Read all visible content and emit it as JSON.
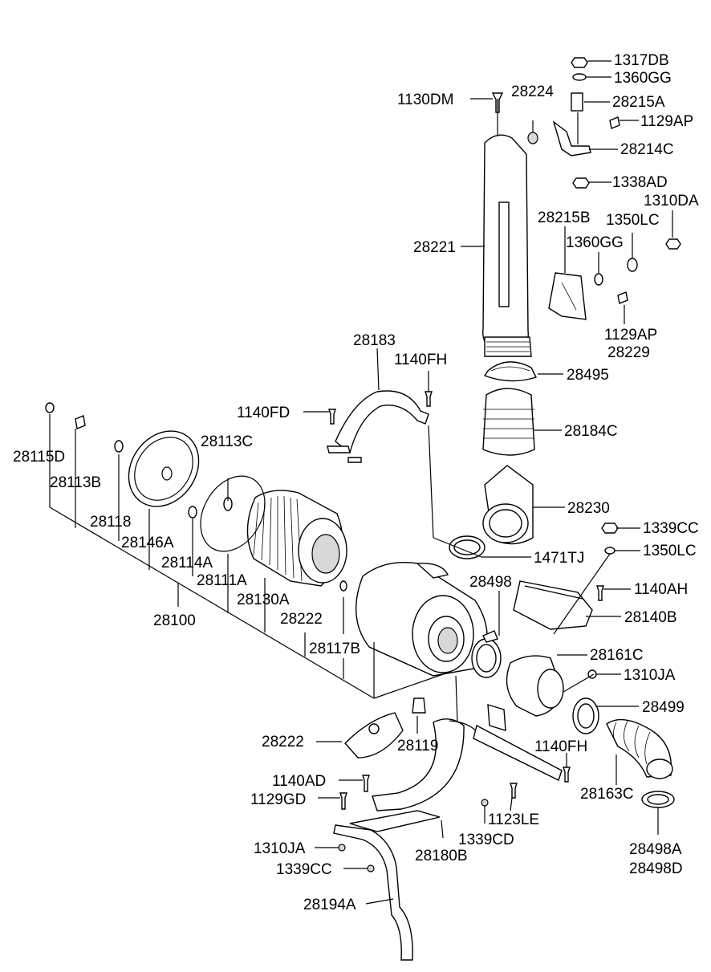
{
  "labels": {
    "p1317DB": "1317DB",
    "p1360GG_top": "1360GG",
    "p1130DM": "1130DM",
    "p28224": "28224",
    "p28215A": "28215A",
    "p1129AP_top": "1129AP",
    "p28214C": "28214C",
    "p1338AD": "1338AD",
    "p1310DA": "1310DA",
    "p28215B": "28215B",
    "p1350LC_top": "1350LC",
    "p28221": "28221",
    "p1360GG_mid": "1360GG",
    "p1129AP_mid": "1129AP",
    "p28229": "28229",
    "p28183": "28183",
    "p1140FH_top": "1140FH",
    "p28495": "28495",
    "p1140FD": "1140FD",
    "p28184C": "28184C",
    "p28113C": "28113C",
    "p28115D": "28115D",
    "p28113B": "28113B",
    "p28230": "28230",
    "p28118": "28118",
    "p1339CC_right": "1339CC",
    "p28146A": "28146A",
    "p1471TJ": "1471TJ",
    "p1350LC_mid": "1350LC",
    "p28114A": "28114A",
    "p28498": "28498",
    "p28111A": "28111A",
    "p1140AH": "1140AH",
    "p28130A": "28130A",
    "p28140B": "28140B",
    "p28100": "28100",
    "p28222_top": "28222",
    "p28117B": "28117B",
    "p28161C": "28161C",
    "p1310JA_right": "1310JA",
    "p28499": "28499",
    "p28222_bot": "28222",
    "p28119": "28119",
    "p1140FH_bot": "1140FH",
    "p1140AD": "1140AD",
    "p28163C": "28163C",
    "p1129GD": "1129GD",
    "p1123LE": "1123LE",
    "p1339CD": "1339CD",
    "p1310JA_left": "1310JA",
    "p28180B": "28180B",
    "p28498A": "28498A",
    "p1339CC_left": "1339CC",
    "p28498D": "28498D",
    "p28194A": "28194A"
  }
}
